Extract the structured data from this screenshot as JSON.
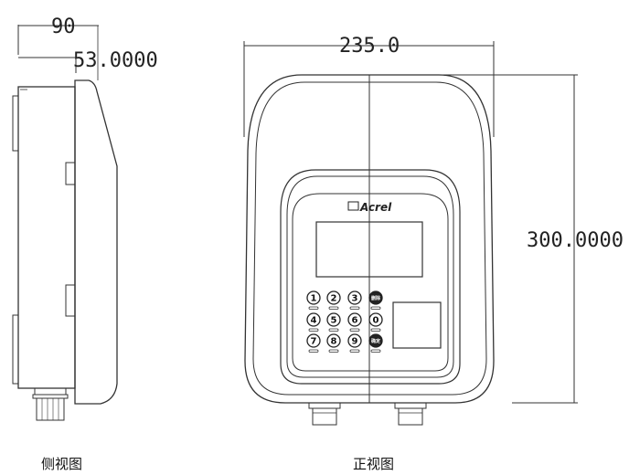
{
  "dimensions": {
    "side_depth": "90",
    "side_inner": "53.0000",
    "front_width": "235.0",
    "front_height": "300.0000"
  },
  "captions": {
    "side_view": "侧视图",
    "front_view": "正视图"
  },
  "brand": {
    "name": "Acrel"
  },
  "keypad": {
    "rows": [
      [
        "1",
        "2",
        "3",
        "删除"
      ],
      [
        "4",
        "5",
        "6",
        "0"
      ],
      [
        "7",
        "8",
        "9",
        "确定"
      ]
    ]
  }
}
